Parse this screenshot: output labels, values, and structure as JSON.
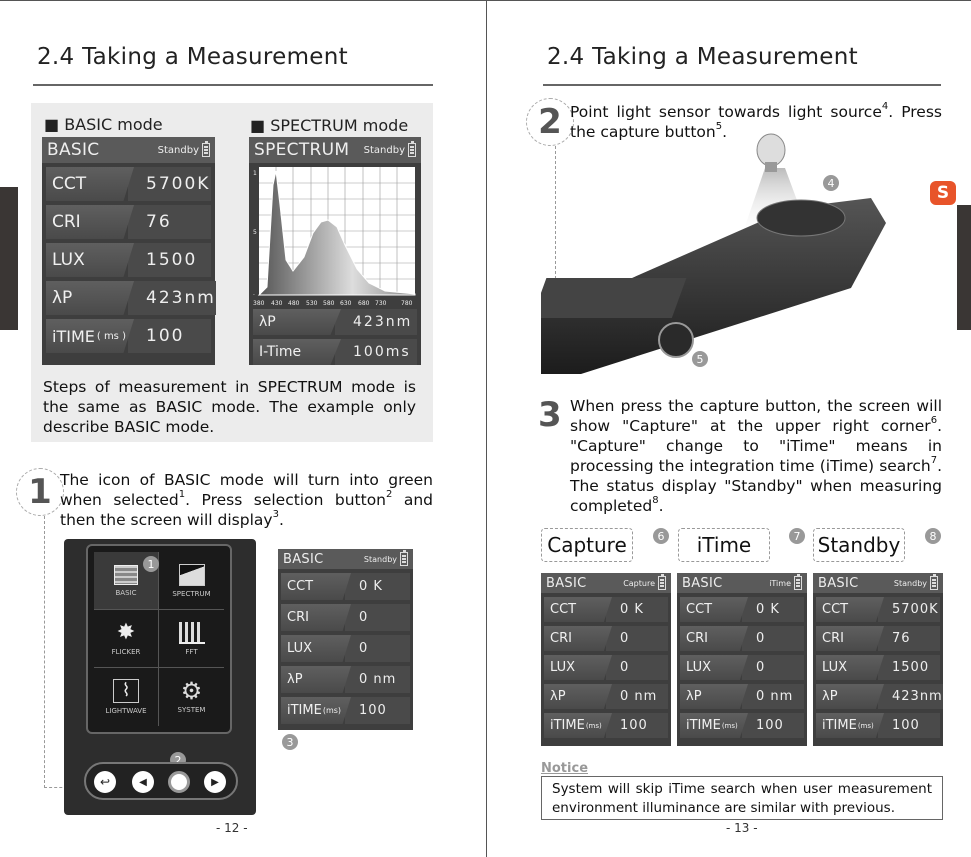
{
  "left": {
    "title": "2.4 Taking a Measurement",
    "basic_label": "■ BASIC mode",
    "spectrum_label": "■ SPECTRUM mode",
    "basic_screen": {
      "mode": "BASIC",
      "status": "Standby",
      "rows": [
        {
          "label": "CCT",
          "value": "5700K"
        },
        {
          "label": "CRI",
          "value": "76"
        },
        {
          "label": "LUX",
          "value": "1500"
        },
        {
          "label": "λP",
          "value": "423nm"
        },
        {
          "label": "iTIME",
          "unit": "( ms )",
          "value": "100"
        }
      ]
    },
    "spectrum_screen": {
      "mode": "SPECTRUM",
      "status": "Standby",
      "y_ticks": [
        "1",
        "5",
        "."
      ],
      "x_ticks": [
        "380",
        "430",
        "480",
        "530",
        "580",
        "630",
        "680",
        "730",
        "780"
      ],
      "rows": [
        {
          "label": "λP",
          "value": "423nm"
        },
        {
          "label": "I-Time",
          "value": "100ms"
        }
      ]
    },
    "spectrum_note": "Steps of measurement in SPECTRUM mode is the same as BASIC mode. The example only describe BASIC mode.",
    "step1": {
      "num": "1",
      "text_a": "The icon of BASIC mode will turn into green when selected",
      "sup1": "1",
      "text_b": ". Press selection button",
      "sup2": "2",
      "text_c": " and then the screen will display",
      "sup3": "3",
      "text_d": "."
    },
    "menu": {
      "items": [
        "BASIC",
        "SPECTRUM",
        "FLICKER",
        "FFT",
        "LIGHTWAVE",
        "SYSTEM"
      ],
      "badge1": "1",
      "badge2": "2"
    },
    "result_screen": {
      "mode": "BASIC",
      "status": "Standby",
      "rows": [
        {
          "label": "CCT",
          "value": "0  K"
        },
        {
          "label": "CRI",
          "value": "0"
        },
        {
          "label": "LUX",
          "value": "0"
        },
        {
          "label": "λP",
          "value": "0  nm"
        },
        {
          "label": "iTIME",
          "unit": "(ms)",
          "value": "100"
        }
      ],
      "badge": "3"
    },
    "page_number": "- 12 -"
  },
  "right": {
    "title": "2.4 Taking a Measurement",
    "step2": {
      "num": "2",
      "text_a": "Point light sensor towards light source",
      "sup4": "4",
      "text_b": ". Press the capture button",
      "sup5": "5",
      "text_c": ".",
      "badge4": "4",
      "badge5": "5"
    },
    "step3": {
      "num": "3",
      "text_a": "When press the capture button, the screen will show \"Capture\" at the upper right corner",
      "sup6": "6",
      "text_b": ". \"Capture\" change to \"iTime\" means in processing the integration time (iTime) search",
      "sup7": "7",
      "text_c": ". The status display \"Standby\" when measuring completed",
      "sup8": "8",
      "text_d": "."
    },
    "callouts": [
      {
        "label": "Capture",
        "badge": "6"
      },
      {
        "label": "iTime",
        "badge": "7"
      },
      {
        "label": "Standby",
        "badge": "8"
      }
    ],
    "screens": [
      {
        "mode": "BASIC",
        "status": "Capture",
        "rows": [
          {
            "label": "CCT",
            "value": "0  K"
          },
          {
            "label": "CRI",
            "value": "0"
          },
          {
            "label": "LUX",
            "value": "0"
          },
          {
            "label": "λP",
            "value": "0  nm"
          },
          {
            "label": "iTIME",
            "unit": "(ms)",
            "value": "100"
          }
        ]
      },
      {
        "mode": "BASIC",
        "status": "iTime",
        "rows": [
          {
            "label": "CCT",
            "value": "0  K"
          },
          {
            "label": "CRI",
            "value": "0"
          },
          {
            "label": "LUX",
            "value": "0"
          },
          {
            "label": "λP",
            "value": "0  nm"
          },
          {
            "label": "iTIME",
            "unit": "(ms)",
            "value": "100"
          }
        ]
      },
      {
        "mode": "BASIC",
        "status": "Standby",
        "rows": [
          {
            "label": "CCT",
            "value": "5700K"
          },
          {
            "label": "CRI",
            "value": "76"
          },
          {
            "label": "LUX",
            "value": "1500"
          },
          {
            "label": "λP",
            "value": "423nm"
          },
          {
            "label": "iTIME",
            "unit": "(ms)",
            "value": "100"
          }
        ]
      }
    ],
    "notice_title": "Notice",
    "notice_text": "System will skip iTime search when user measurement environment illuminance are similar with previous.",
    "page_number": "- 13 -"
  }
}
